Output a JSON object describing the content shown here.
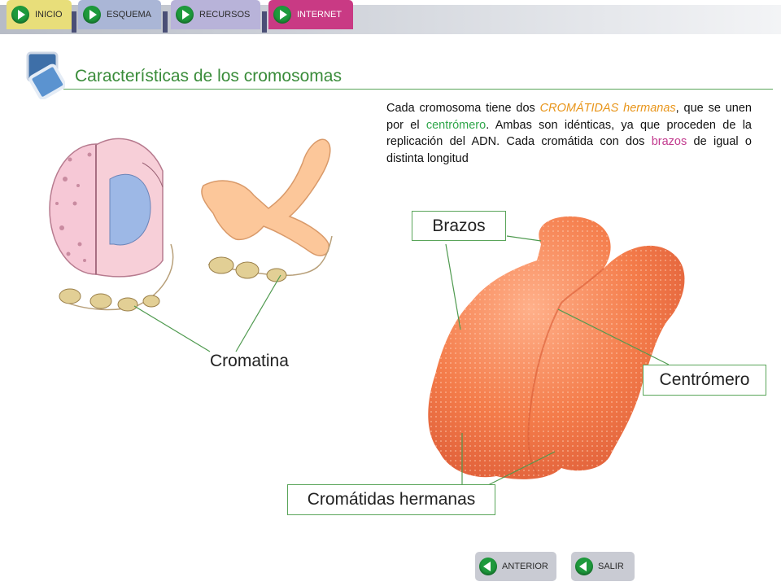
{
  "nav": {
    "tabs": [
      {
        "label": "INICIO"
      },
      {
        "label": "ESQUEMA"
      },
      {
        "label": "RECURSOS"
      },
      {
        "label": "INTERNET"
      }
    ]
  },
  "page": {
    "title": "Características de los cromosomas"
  },
  "description": {
    "t1": "Cada cromosoma tiene dos ",
    "cromatidas": "CROMÁTIDAS hermanas",
    "t2": ", que se unen por el ",
    "centromero": "centrómero",
    "t3": ". Ambas son idénticas, ya que proceden de la replicación del ADN. Cada cromátida con dos ",
    "brazos": "brazos",
    "t4": " de igual o distinta longitud"
  },
  "labels": {
    "cromatina": "Cromatina",
    "brazos": "Brazos",
    "centromero": "Centrómero",
    "cromatidas_hermanas": "Cromátidas hermanas"
  },
  "footer": {
    "anterior": "ANTERIOR",
    "salir": "SALIR"
  },
  "colors": {
    "title_green": "#3a8c3a",
    "highlight_orange": "#e8951a",
    "highlight_green": "#2fa64a",
    "highlight_pink": "#c23a8e",
    "chromosome_orange": "#f47c4a"
  },
  "icons": [
    "play-icon",
    "back-icon",
    "slides-icon"
  ]
}
